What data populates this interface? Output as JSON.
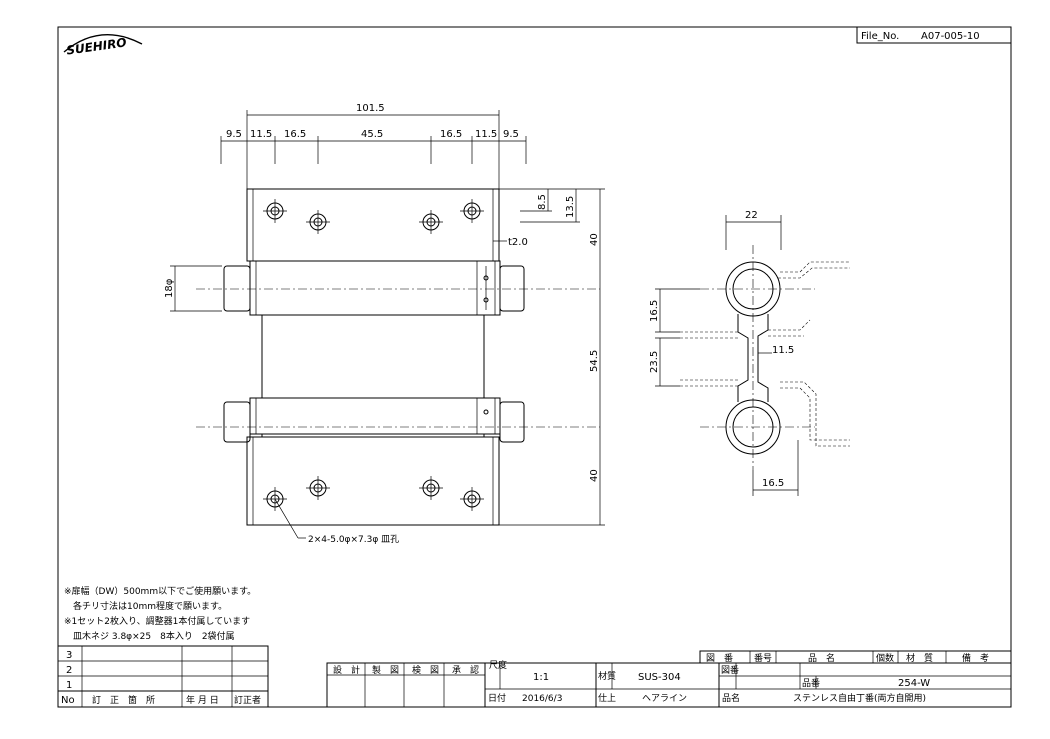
{
  "header": {
    "logo_text": "SUEHIRO",
    "file_no_label": "File_No.",
    "file_no": "A07-005-10"
  },
  "front_view": {
    "dims_top": {
      "overall": "101.5",
      "segments": [
        "9.5",
        "11.5",
        "16.5",
        "45.5",
        "16.5",
        "11.5",
        "9.5"
      ]
    },
    "dims_right": {
      "hole_a": "8.5",
      "hole_b": "13.5",
      "top_leaf": "40",
      "middle": "54.5",
      "bottom_leaf": "40",
      "thickness": "t2.0"
    },
    "dim_left_diameter": "18φ",
    "hole_callout": "2×4-5.0φ×7.3φ 皿孔"
  },
  "side_view": {
    "dim_top": "22",
    "dim_16_5_left": "16.5",
    "dim_23_5": "23.5",
    "dim_11_5": "11.5",
    "dim_16_5_bottom": "16.5"
  },
  "notes": [
    "※扉幅（DW）500mm以下でご使用願います。",
    "　各チリ寸法は10mm程度で願います。",
    "※1セット2枚入り、調整器1本付属しています",
    "　皿木ネジ 3.8φ×25　8本入り　2袋付属"
  ],
  "revision_table": {
    "rows": [
      "3",
      "2",
      "1"
    ],
    "header": [
      "No",
      "訂　正　箇　所",
      "年 月 日",
      "訂正者"
    ]
  },
  "title_block": {
    "approval_headers": [
      "設　計",
      "製　図",
      "検　図",
      "承　認"
    ],
    "scale_label": "尺度",
    "scale": "1:1",
    "date_label": "日付",
    "date": "2016/6/3",
    "material_label": "材質",
    "material": "SUS-304",
    "finish_label": "仕上",
    "finish": "ヘアライン",
    "drawing_no_label": "図番",
    "part_no_label": "品番",
    "part_no": "254-W",
    "part_name_label": "品名",
    "part_name": "ステンレス自由丁番(両方自開用)",
    "parts_list_headers": [
      "図　番",
      "番号",
      "品　名",
      "個数",
      "材　質",
      "備　考"
    ]
  }
}
